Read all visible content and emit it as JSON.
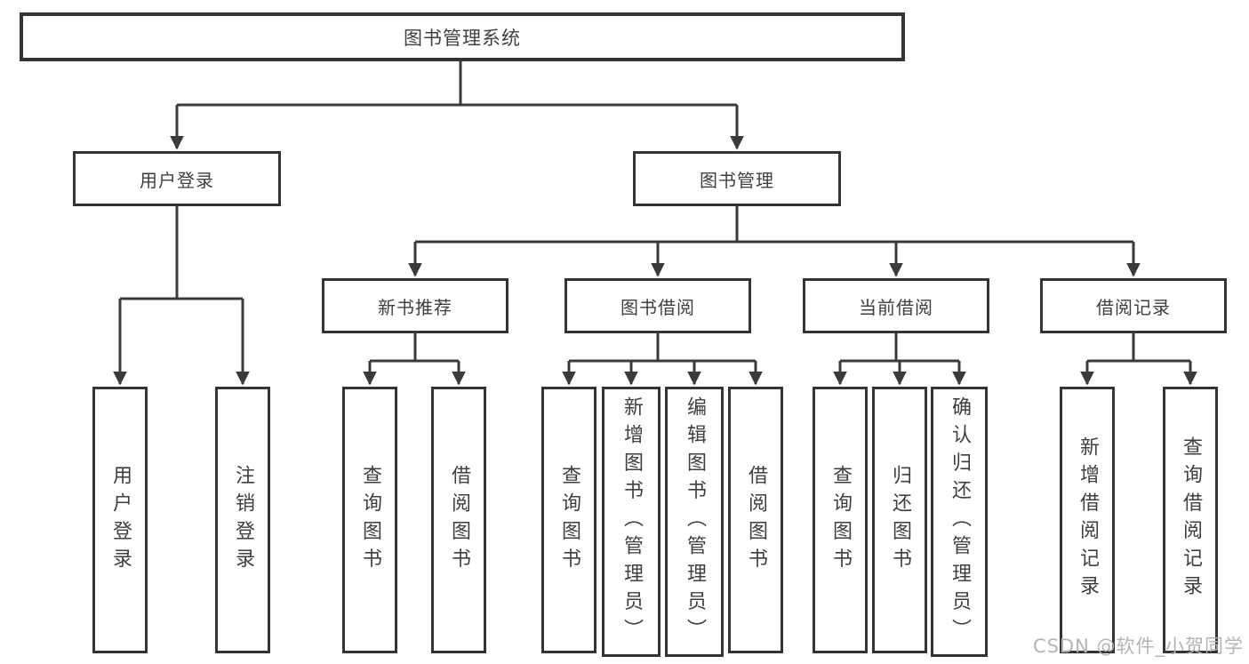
{
  "diagram": {
    "title_node": "图书管理系统",
    "nodes": [
      {
        "id": "root",
        "label": "图书管理系统",
        "level": 1
      },
      {
        "id": "l2-user-login",
        "label": "用户登录",
        "level": 2,
        "parent": "root"
      },
      {
        "id": "l2-book-mgmt",
        "label": "图书管理",
        "level": 2,
        "parent": "root"
      },
      {
        "id": "l3-new-book",
        "label": "新书推荐",
        "level": 3,
        "parent": "l2-book-mgmt"
      },
      {
        "id": "l3-borrow",
        "label": "图书借阅",
        "level": 3,
        "parent": "l2-book-mgmt"
      },
      {
        "id": "l3-current",
        "label": "当前借阅",
        "level": 3,
        "parent": "l2-book-mgmt"
      },
      {
        "id": "l3-records",
        "label": "借阅记录",
        "level": 3,
        "parent": "l2-book-mgmt"
      },
      {
        "id": "leaf-user-login",
        "label": "用户登录",
        "level": 4,
        "parent": "l2-user-login"
      },
      {
        "id": "leaf-logout",
        "label": "注销登录",
        "level": 4,
        "parent": "l2-user-login"
      },
      {
        "id": "leaf-nb-query",
        "label": "查询图书",
        "level": 4,
        "parent": "l3-new-book"
      },
      {
        "id": "leaf-nb-borrow",
        "label": "借阅图书",
        "level": 4,
        "parent": "l3-new-book"
      },
      {
        "id": "leaf-bb-query",
        "label": "查询图书",
        "level": 4,
        "parent": "l3-borrow"
      },
      {
        "id": "leaf-bb-add",
        "label": "新增图书（管理员）",
        "level": 4,
        "parent": "l3-borrow"
      },
      {
        "id": "leaf-bb-edit",
        "label": "编辑图书（管理员）",
        "level": 4,
        "parent": "l3-borrow"
      },
      {
        "id": "leaf-bb-borrow",
        "label": "借阅图书",
        "level": 4,
        "parent": "l3-borrow"
      },
      {
        "id": "leaf-cb-query",
        "label": "查询图书",
        "level": 4,
        "parent": "l3-current"
      },
      {
        "id": "leaf-cb-return",
        "label": "归还图书",
        "level": 4,
        "parent": "l3-current"
      },
      {
        "id": "leaf-cb-confirm",
        "label": "确认归还（管理员）",
        "level": 4,
        "parent": "l3-current"
      },
      {
        "id": "leaf-br-add",
        "label": "新增借阅记录",
        "level": 4,
        "parent": "l3-records"
      },
      {
        "id": "leaf-br-query",
        "label": "查询借阅记录",
        "level": 4,
        "parent": "l3-records"
      }
    ]
  },
  "colors": {
    "line": "#3a3a3a",
    "box_border": "#343434",
    "box_fill": "#ffffff",
    "text": "#3f3f3f",
    "watermark": "#b4b4b4"
  },
  "watermark": {
    "text": "CSDN @软件_小贺同学"
  }
}
